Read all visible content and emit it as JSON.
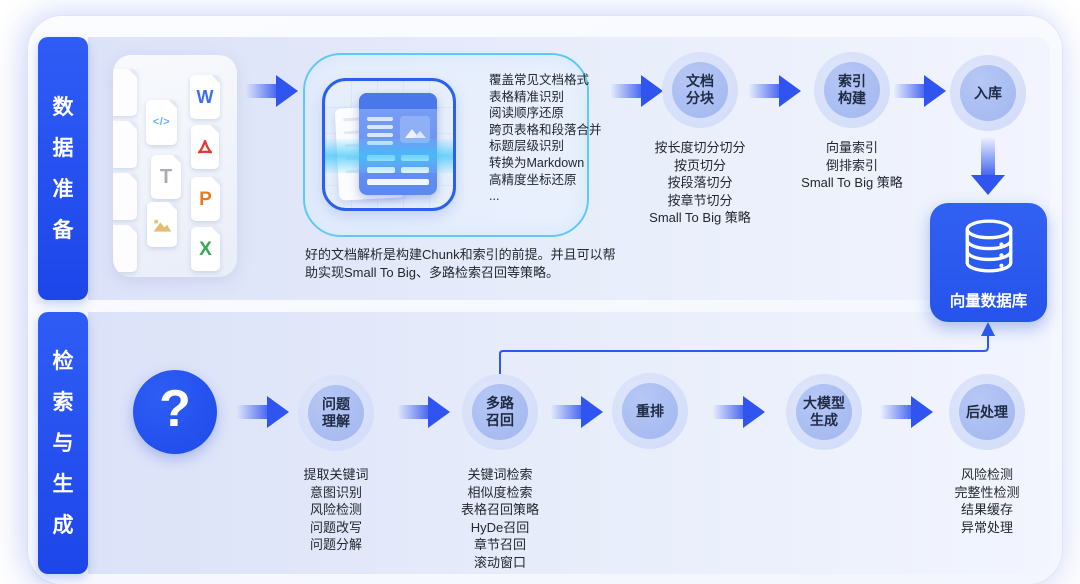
{
  "colors": {
    "bar_blue": "#2553f1",
    "db_blue": "#2b5bee",
    "arrow_blue": "#2f54f0",
    "node_outer": "#d7dff9",
    "node_inner": "#aabef2",
    "parse_border": "#5fc9f4",
    "text_dark": "#23272f"
  },
  "rows": {
    "top": {
      "sidebar": "数据准备"
    },
    "bottom": {
      "sidebar": "检索与生成"
    }
  },
  "file_card": {
    "files": [
      {
        "name": "word",
        "glyph": "W"
      },
      {
        "name": "code",
        "glyph": "</>"
      },
      {
        "name": "pdf",
        "glyph": "A"
      },
      {
        "name": "text",
        "glyph": "T"
      },
      {
        "name": "ppt",
        "glyph": "P"
      },
      {
        "name": "image",
        "glyph": ""
      },
      {
        "name": "excel",
        "glyph": "X"
      }
    ]
  },
  "parse_box": {
    "features": [
      "覆盖常见文档格式",
      "表格精准识别",
      "阅读顺序还原",
      "跨页表格和段落合并",
      "标题层级识别",
      "转换为Markdown",
      "高精度坐标还原",
      "..."
    ],
    "caption": "好的文档解析是构建Chunk和索引的前提。并且可以帮助实现Small To Big、多路检索召回等策略。"
  },
  "top_flow": {
    "nodes": [
      {
        "label": "文档\n分块",
        "items": [
          "按长度切分切分",
          "按页切分",
          "按段落切分",
          "按章节切分",
          "Small To Big 策略"
        ]
      },
      {
        "label": "索引\n构建",
        "items": [
          "向量索引",
          "倒排索引",
          "Small To Big 策略"
        ]
      },
      {
        "label": "入库",
        "items": []
      }
    ]
  },
  "vector_db": {
    "label": "向量数据库"
  },
  "bottom_flow": {
    "question_mark": "?",
    "nodes": [
      {
        "label": "问题\n理解",
        "items": [
          "提取关键词",
          "意图识别",
          "风险检测",
          "问题改写",
          "问题分解"
        ]
      },
      {
        "label": "多路\n召回",
        "items": [
          "关键词检索",
          "相似度检索",
          "表格召回策略",
          "HyDe召回",
          "章节召回",
          "滚动窗口"
        ]
      },
      {
        "label": "重排",
        "items": []
      },
      {
        "label": "大模型\n生成",
        "items": []
      },
      {
        "label": "后处理",
        "items": [
          "风险检测",
          "完整性检测",
          "结果缓存",
          "异常处理"
        ]
      }
    ]
  }
}
